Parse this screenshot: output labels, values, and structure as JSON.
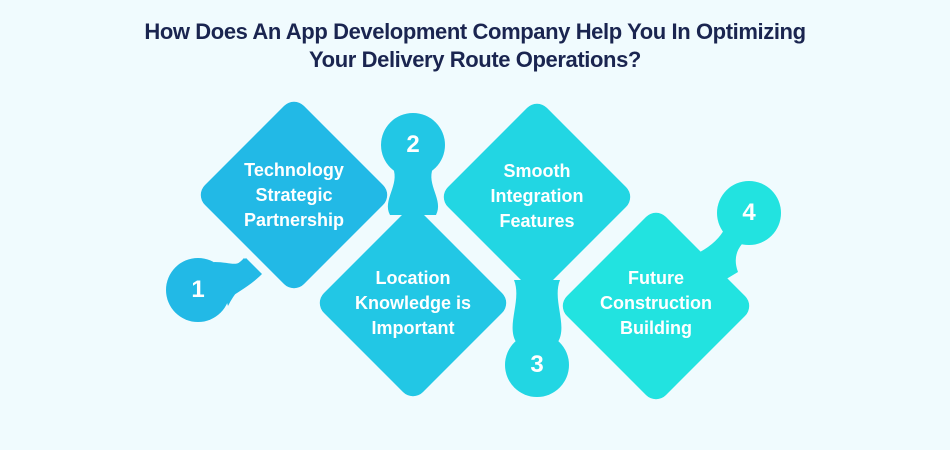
{
  "title": {
    "line1": "How Does An App Development Company Help You In Optimizing",
    "line2": "Your Delivery Route Operations?"
  },
  "steps": [
    {
      "number": "1",
      "label_lines": [
        "Technology",
        "Strategic",
        "Partnership"
      ],
      "color": "#22b9e6"
    },
    {
      "number": "2",
      "label_lines": [
        "Location",
        "Knowledge is",
        "Important"
      ],
      "color": "#22c7e5"
    },
    {
      "number": "3",
      "label_lines": [
        "Smooth",
        "Integration",
        "Features"
      ],
      "color": "#22d6e3"
    },
    {
      "number": "4",
      "label_lines": [
        "Future",
        "Construction",
        "Building"
      ],
      "color": "#22e3e0"
    }
  ],
  "colors": {
    "background": "#f0fbfe",
    "title": "#1a2550",
    "text": "#ffffff"
  }
}
